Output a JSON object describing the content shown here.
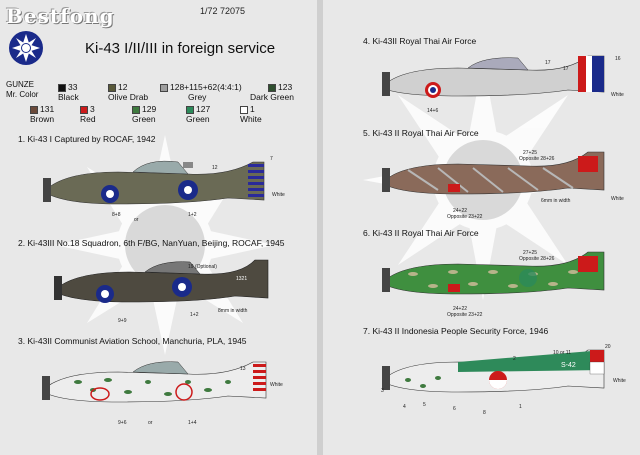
{
  "brand": "Bestfong",
  "scale_code": "1/72  72075",
  "title": "Ki-43 I/II/III in foreign service",
  "gunze_label": "GUNZE",
  "mr_color_label": "Mr. Color",
  "paints": [
    {
      "code": "33",
      "name": "Black",
      "color": "#111111"
    },
    {
      "code": "12",
      "name": "Olive Drab",
      "color": "#5a5a3a"
    },
    {
      "code": "128+115+62(4:4:1)",
      "name": "Grey",
      "color": "#9e9e9e"
    },
    {
      "code": "123",
      "name": "Dark Green",
      "color": "#2f4f2f"
    },
    {
      "code": "131",
      "name": "Brown",
      "color": "#6b4a3a"
    },
    {
      "code": "3",
      "name": "Red",
      "color": "#cc1a1a"
    },
    {
      "code": "129",
      "name": "Green",
      "color": "#3f7a3f"
    },
    {
      "code": "127",
      "name": "Green",
      "color": "#2c8a5a"
    },
    {
      "code": "1",
      "name": "White",
      "color": "#ffffff"
    }
  ],
  "profiles": [
    {
      "caption": "1.  Ki-43 I  Captured by ROCAF, 1942",
      "body": "#6a6a55",
      "marks": [
        "12",
        "7",
        "8+8",
        "or",
        "1+2",
        "White"
      ]
    },
    {
      "caption": "2.  Ki-43III  No.18 Squadron, 6th F/BG, NanYuan, Beijing, ROCAF, 1945",
      "body": "#4e4a40",
      "marks": [
        "19 (Optional)",
        "1321",
        "9+9",
        "1+2",
        "8mm in width"
      ]
    },
    {
      "caption": "3.  Ki-43II  Communist Aviation School, Manchuria, PLA, 1945",
      "body": "#ededed",
      "marks": [
        "13",
        "White",
        "9+6",
        "or",
        "1+4"
      ]
    },
    {
      "caption": "4.  Ki-43II  Royal Thai Air Force",
      "body": "#d0d0d0",
      "marks": [
        "17",
        "17",
        "16",
        "White",
        "14+6"
      ]
    },
    {
      "caption": "5.  Ki-43 II  Royal Thai Air Force",
      "body": "#8a6a5a",
      "marks": [
        "27+25",
        "Opposite 28+26",
        "24+22",
        "Opposite 23+22",
        "6mm in width",
        "White"
      ]
    },
    {
      "caption": "6.  Ki-43 II  Royal Thai Air Force",
      "body": "#3f8f3f",
      "marks": [
        "27+25",
        "Opposite 28+26",
        "24+22",
        "Opposite 23+22"
      ]
    },
    {
      "caption": "7.  Ki-43 II  Indonesia People Security Force, 1946",
      "body": "#2e8a5a",
      "marks": [
        "10 or 11",
        "20",
        "2",
        "S-42",
        "White",
        "3",
        "5",
        "6",
        "8",
        "4",
        "1"
      ]
    }
  ]
}
